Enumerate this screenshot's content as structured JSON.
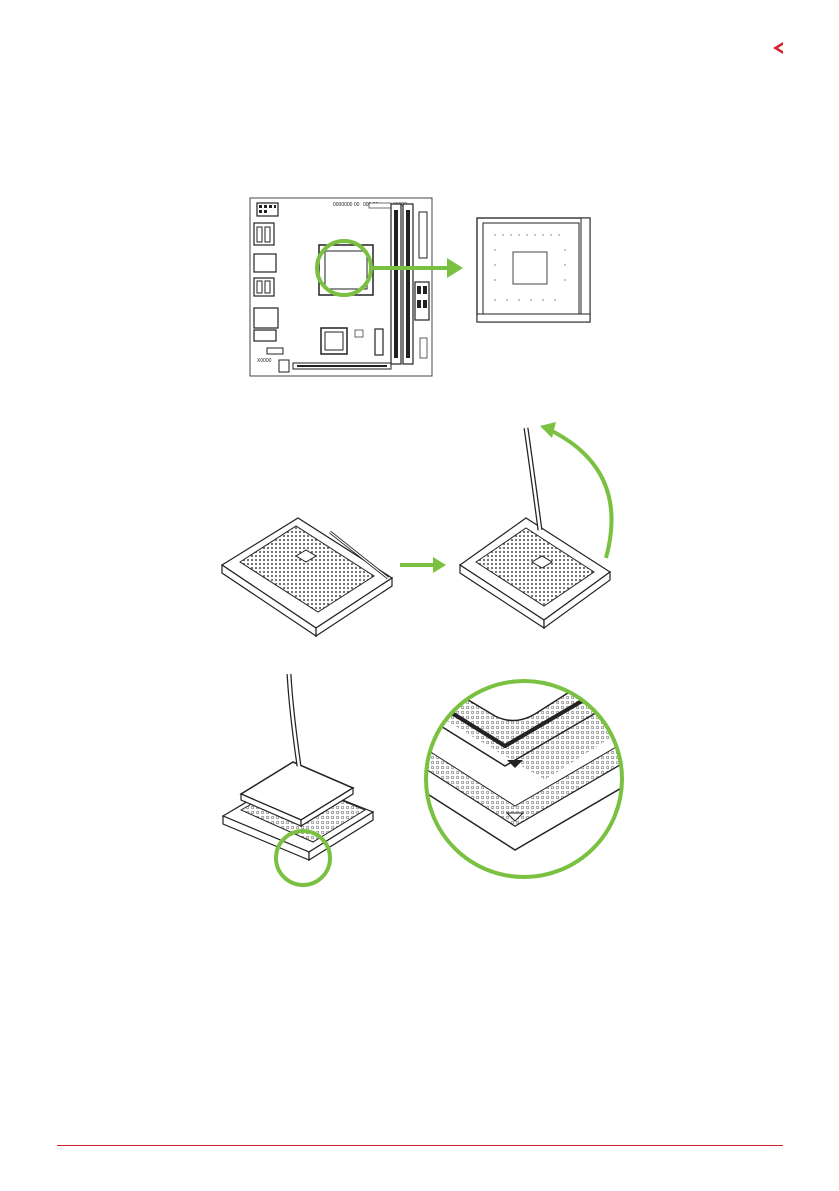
{
  "page": {
    "nav_icon": "chevron-left-icon",
    "accent_color": "#d3232e",
    "highlight_color": "#7ac142"
  },
  "figures": {
    "board": {
      "label_row_1": "0000000 00",
      "label_row_2": "000 00",
      "label_row_3": "00000",
      "label_bottom": "X0000"
    },
    "zoom_icons": [
      "pin-1-triangle-icon",
      "socket-triangle-icon"
    ]
  }
}
